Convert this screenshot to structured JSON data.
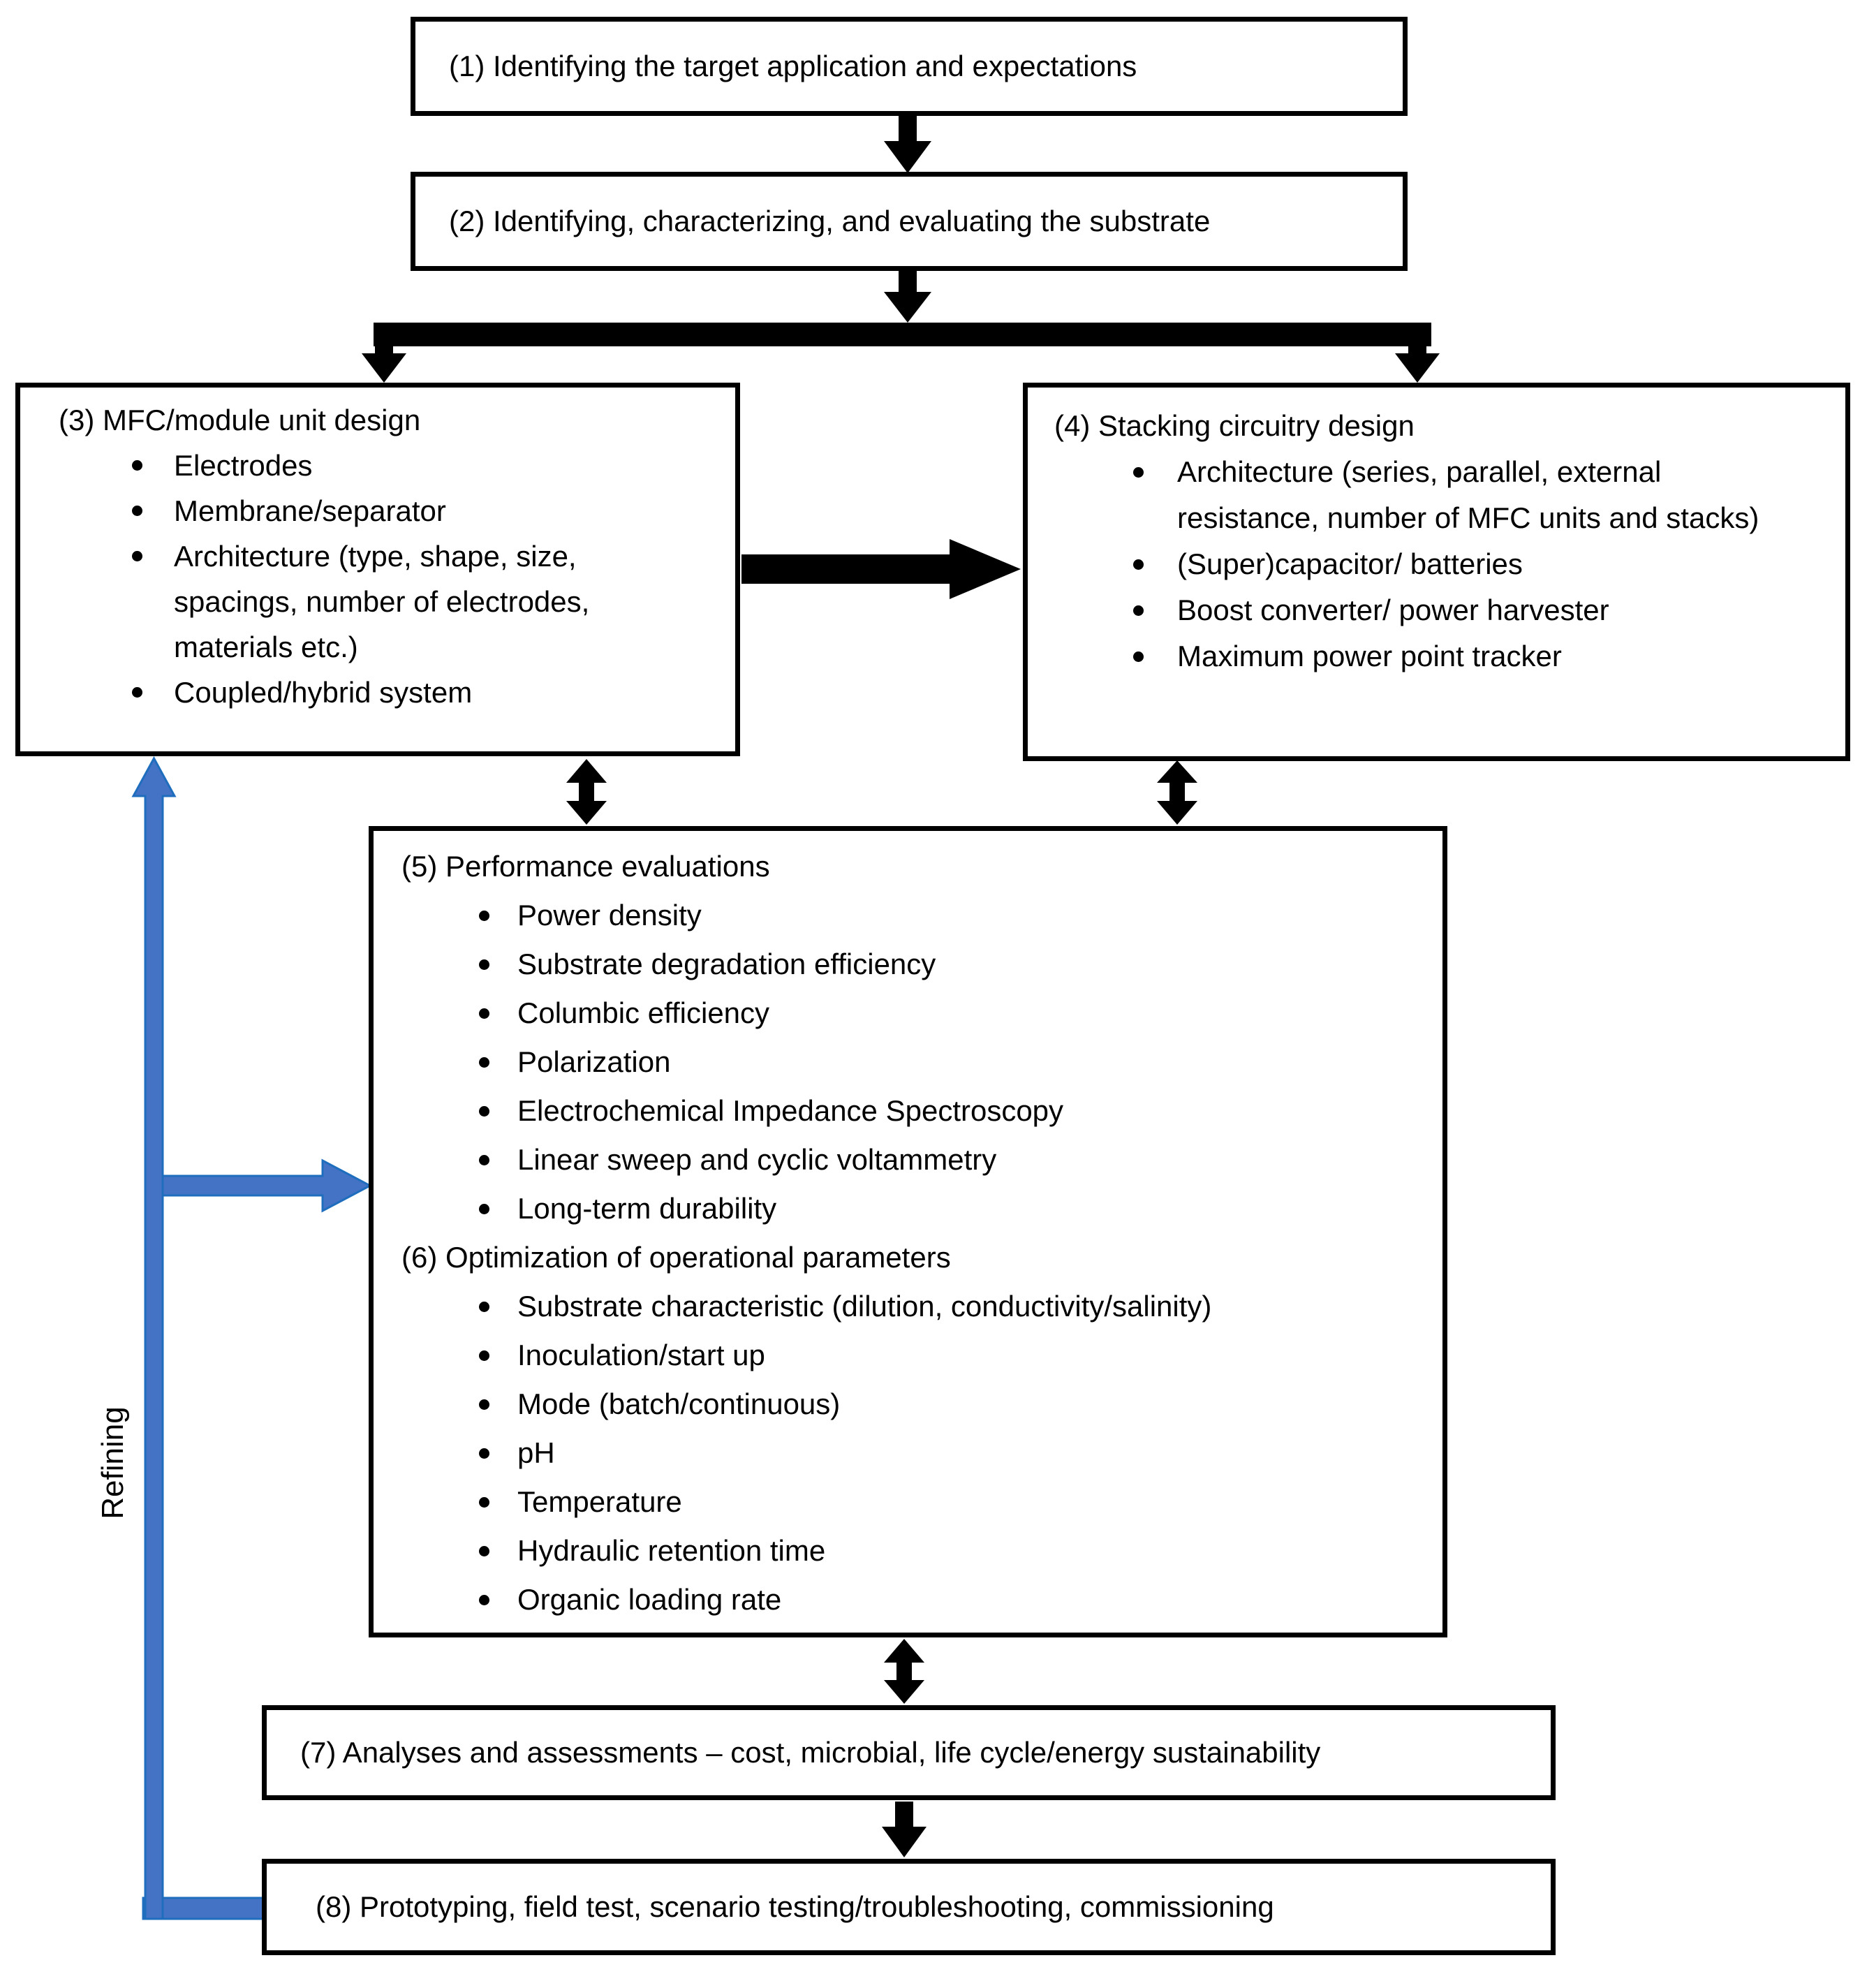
{
  "colors": {
    "accent_blue": "#4472C4",
    "accent_blue_border": "#1F6EBE",
    "ink": "#000000"
  },
  "refining_label": "Refining",
  "boxes": {
    "box1": {
      "text": "(1) Identifying the target application and expectations"
    },
    "box2": {
      "text": "(2) Identifying, characterizing, and evaluating the substrate"
    },
    "box3": {
      "title": "(3) MFC/module unit design",
      "bullets": [
        "Electrodes",
        "Membrane/separator",
        "Architecture (type, shape, size, spacings, number of electrodes, materials etc.)",
        "Coupled/hybrid system"
      ]
    },
    "box4": {
      "title": "(4) Stacking circuitry design",
      "bullets": [
        "Architecture (series, parallel, external resistance, number of MFC units and stacks)",
        "(Super)capacitor/ batteries",
        "Boost converter/ power harvester",
        "Maximum power point tracker"
      ]
    },
    "box56": {
      "section5": {
        "title": "(5) Performance evaluations",
        "bullets": [
          "Power density",
          "Substrate degradation efficiency",
          "Columbic efficiency",
          "Polarization",
          "Electrochemical Impedance Spectroscopy",
          "Linear sweep and cyclic voltammetry",
          "Long-term durability"
        ]
      },
      "section6": {
        "title": "(6) Optimization of operational parameters",
        "bullets": [
          "Substrate characteristic (dilution, conductivity/salinity)",
          "Inoculation/start up",
          "Mode (batch/continuous)",
          "pH",
          "Temperature",
          "Hydraulic retention time",
          "Organic loading rate"
        ]
      }
    },
    "box7": {
      "text": "(7) Analyses and assessments – cost, microbial, life cycle/energy sustainability"
    },
    "box8": {
      "text": "(8) Prototyping, field test, scenario testing/troubleshooting, commissioning"
    }
  }
}
